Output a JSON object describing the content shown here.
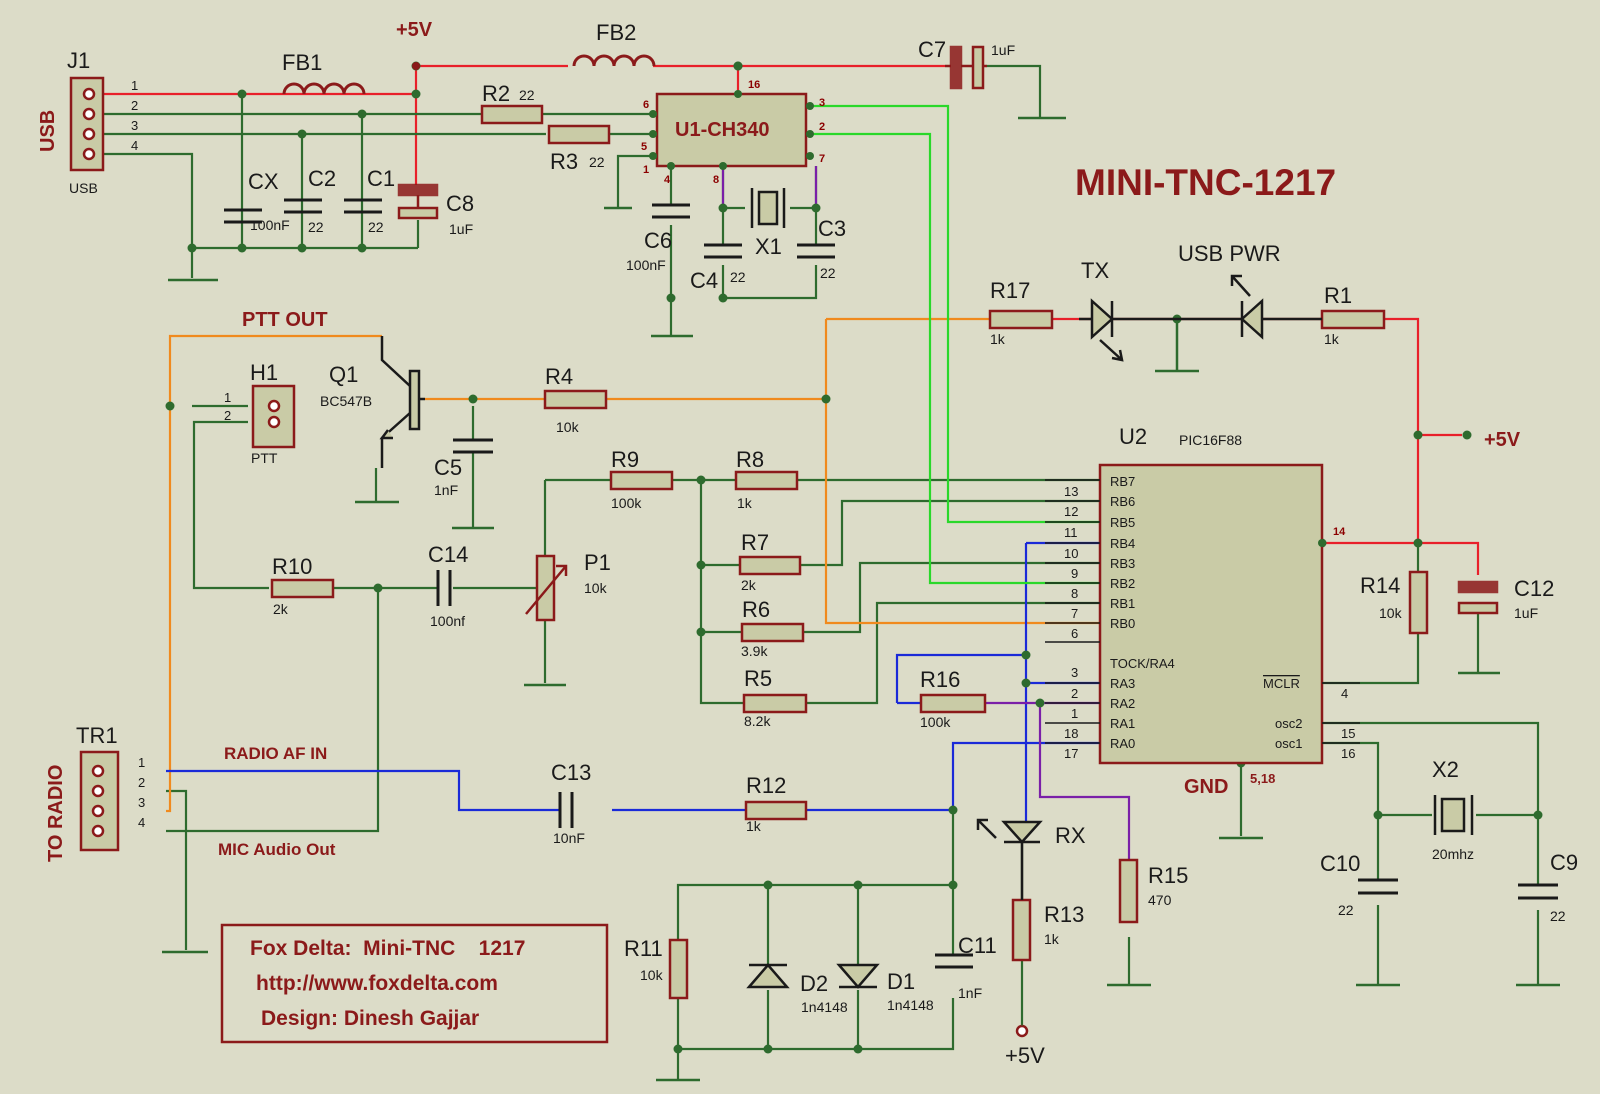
{
  "title": "MINI-TNC-1217",
  "credits": [
    "Fox Delta:  Mini-TNC    1217",
    "http://www.foxdelta.com",
    "Design: Dinesh Gajjar"
  ],
  "net_labels": {
    "usb": "USB",
    "to_radio": "TO RADIO",
    "ptt_out": "PTT OUT",
    "radio_af_in": "RADIO AF IN",
    "mic_audio_out": "MIC Audio Out",
    "gnd": "GND",
    "gnd_pins": "5,18",
    "vcc": "+5V",
    "usb_pwr": "USB PWR",
    "tx": "TX",
    "rx": "RX"
  },
  "components": [
    {
      "ref": "J1",
      "value": "USB"
    },
    {
      "ref": "FB1",
      "value": ""
    },
    {
      "ref": "FB2",
      "value": ""
    },
    {
      "ref": "R2",
      "value": "22"
    },
    {
      "ref": "R3",
      "value": "22"
    },
    {
      "ref": "U1-CH340",
      "value": ""
    },
    {
      "ref": "C7",
      "value": "1uF"
    },
    {
      "ref": "CX",
      "value": "100nF"
    },
    {
      "ref": "C2",
      "value": "22"
    },
    {
      "ref": "C1",
      "value": "22"
    },
    {
      "ref": "C8",
      "value": "1uF"
    },
    {
      "ref": "C6",
      "value": "100nF"
    },
    {
      "ref": "C4",
      "value": "22"
    },
    {
      "ref": "X1",
      "value": ""
    },
    {
      "ref": "C3",
      "value": "22"
    },
    {
      "ref": "H1",
      "value": "PTT"
    },
    {
      "ref": "Q1",
      "value": "BC547B"
    },
    {
      "ref": "R4",
      "value": "10k"
    },
    {
      "ref": "C5",
      "value": "1nF"
    },
    {
      "ref": "R17",
      "value": "1k"
    },
    {
      "ref": "R1",
      "value": "1k"
    },
    {
      "ref": "R9",
      "value": "100k"
    },
    {
      "ref": "R8",
      "value": "1k"
    },
    {
      "ref": "R7",
      "value": "2k"
    },
    {
      "ref": "R6",
      "value": "3.9k"
    },
    {
      "ref": "R5",
      "value": "8.2k"
    },
    {
      "ref": "R10",
      "value": "2k"
    },
    {
      "ref": "C14",
      "value": "100nf"
    },
    {
      "ref": "P1",
      "value": "10k"
    },
    {
      "ref": "U2",
      "value": "PIC16F88"
    },
    {
      "ref": "R14",
      "value": "10k"
    },
    {
      "ref": "C12",
      "value": "1uF"
    },
    {
      "ref": "R16",
      "value": "100k"
    },
    {
      "ref": "TR1",
      "value": ""
    },
    {
      "ref": "C13",
      "value": "10nF"
    },
    {
      "ref": "R12",
      "value": "1k"
    },
    {
      "ref": "R15",
      "value": "470"
    },
    {
      "ref": "R13",
      "value": "1k"
    },
    {
      "ref": "R11",
      "value": "10k"
    },
    {
      "ref": "D2",
      "value": "1n4148"
    },
    {
      "ref": "D1",
      "value": "1n4148"
    },
    {
      "ref": "C11",
      "value": "1nF"
    },
    {
      "ref": "X2",
      "value": "20mhz"
    },
    {
      "ref": "C10",
      "value": "22"
    },
    {
      "ref": "C9",
      "value": "22"
    }
  ],
  "pin_labels": {
    "j1": [
      "1",
      "2",
      "3",
      "4"
    ],
    "tr1": [
      "1",
      "2",
      "3",
      "4"
    ],
    "h1": [
      "1",
      "2"
    ],
    "u1": [
      "16",
      "6",
      "5",
      "1",
      "4",
      "8",
      "3",
      "2",
      "7"
    ],
    "u2_left_names": [
      "RB7",
      "RB6",
      "RB5",
      "RB4",
      "RB3",
      "RB2",
      "RB1",
      "RB0",
      "TOCK/RA4",
      "RA3",
      "RA2",
      "RA1",
      "RA0"
    ],
    "u2_left_nums": [
      "13",
      "12",
      "11",
      "10",
      "9",
      "8",
      "7",
      "6",
      "3",
      "2",
      "1",
      "18",
      "17"
    ],
    "u2_right_names": [
      "MCLR",
      "osc2",
      "osc1"
    ],
    "u2_right_nums": [
      "14",
      "4",
      "15",
      "16"
    ]
  },
  "colors": {
    "background": "#dcdcc8",
    "wire_red": "#e8202a",
    "wire_green": "#2e6b2e",
    "wire_orange": "#f08a1e",
    "wire_blue": "#1a2ad8",
    "wire_lime": "#2ad82a",
    "wire_purple": "#7a1fa8",
    "body": "#8b1a1a",
    "chip_fill": "#c9cba6"
  }
}
